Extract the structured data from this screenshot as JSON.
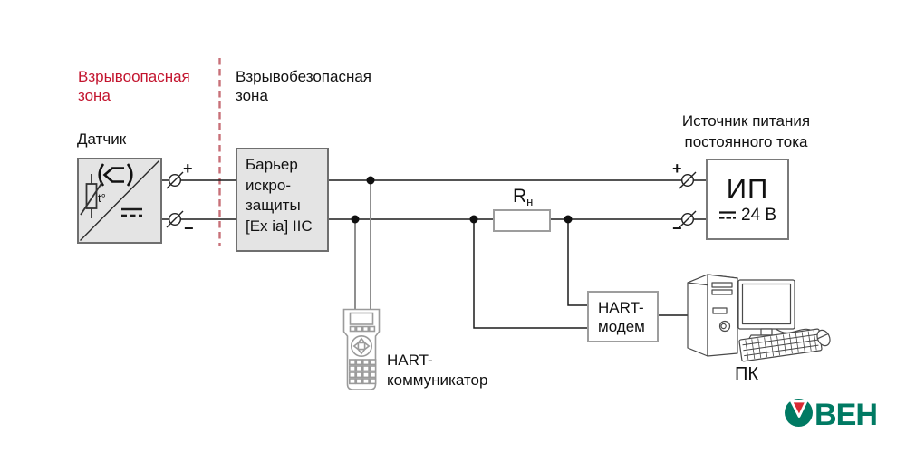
{
  "diagram": {
    "zones": {
      "hazardous_label": "Взрывоопасная\nзона",
      "safe_label": "Взрывобезопасная\nзона"
    },
    "sensor": {
      "label": "Датчик",
      "temp_label": "t°"
    },
    "barrier": {
      "label": "Барьер\nискро-\nзащиты\n[Ex ia] IIC"
    },
    "load_resistor": {
      "symbol": "R",
      "subscript": "н"
    },
    "power_supply": {
      "caption": "Источник питания\nпостоянного тока",
      "name": "ИП",
      "voltage": "24 В"
    },
    "hart_modem": {
      "label": "HART-\nмодем"
    },
    "hart_communicator": {
      "label": "HART-\nкоммуникатор"
    },
    "pc": {
      "label": "ПК"
    },
    "signs": {
      "plus": "+",
      "minus": "−"
    }
  },
  "logo": {
    "brand": "ОВЕН",
    "letters": "ВЕН"
  },
  "colors": {
    "zone_text_red": "#c3142e",
    "boundary_dash_red": "#c87078",
    "box_gray_fill": "#e4e4e4",
    "wire_black": "#1b1b1b",
    "brand_teal": "#007a63",
    "brand_red": "#d92b33"
  }
}
